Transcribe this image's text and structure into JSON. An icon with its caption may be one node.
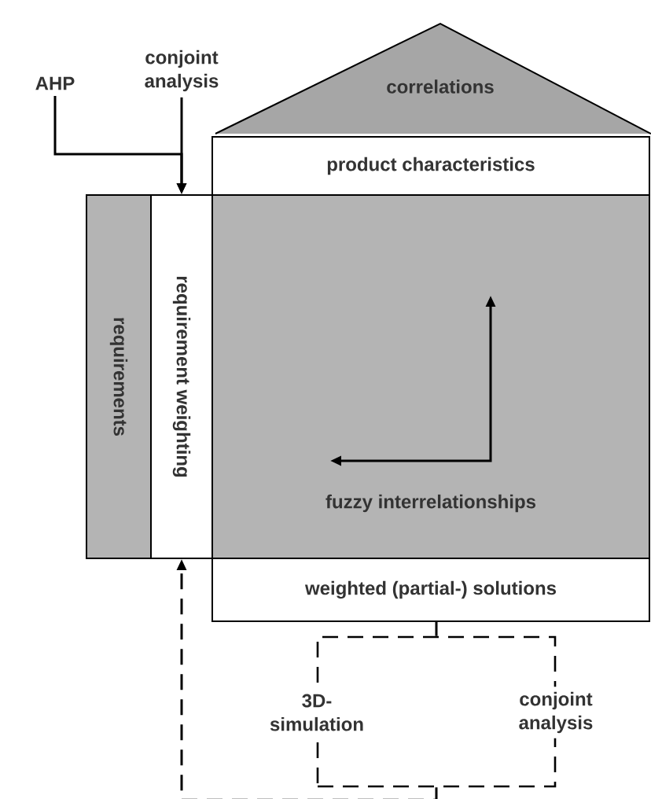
{
  "diagram": {
    "nodes": [
      {
        "text": [
          "correlations"
        ]
      },
      {
        "text": [
          "product characteristics"
        ]
      },
      {
        "text": [
          "requirements"
        ]
      },
      {
        "text": [
          "requirement weighting"
        ]
      },
      {
        "text": [
          "fuzzy interrelationships"
        ]
      },
      {
        "text": [
          "weighted (partial-) solutions"
        ]
      },
      {
        "text": [],
        "shape": "box"
      },
      {
        "text": [
          "3D- simulation"
        ]
      },
      {
        "text": [
          "conjoint analysis"
        ]
      },
      {
        "text": [
          "AHP"
        ]
      },
      {
        "text": [
          "conjoint analysis"
        ]
      }
    ],
    "edges": [
      {
        "from": 9,
        "to": 3,
        "arrow": "to"
      },
      {
        "from": 10,
        "to": 3,
        "arrow": "to"
      },
      {
        "from": 5,
        "to": 6,
        "arrow": "none"
      },
      {
        "from": 6,
        "to": 3,
        "arrow": "to",
        "style": "dashed"
      }
    ]
  }
}
